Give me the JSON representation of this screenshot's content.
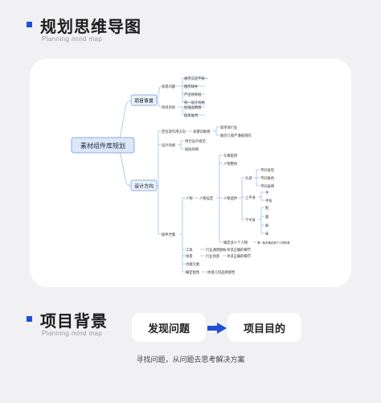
{
  "section1": {
    "title": "规划思维导图",
    "subtitle": "Planning mind map"
  },
  "mindmap": {
    "root": "素材组件库规划",
    "branch1": {
      "label": "项目背景",
      "children": [
        {
          "label": "发现问题",
          "items": [
            "规范沉淀不统一",
            "图库缺失",
            "产出效率低",
            "统一设计风格"
          ]
        },
        {
          "label": "项目目的",
          "items": [
            "加强品牌感",
            "提高复用"
          ]
        }
      ]
    },
    "branch2": {
      "label": "设计方向",
      "positioning": {
        "label": "定位及作用方向",
        "value": "关键词联想",
        "items": [
          "简单易行业",
          "融合几和严谨规则的"
        ]
      },
      "style": {
        "label": "设计风格",
        "items": [
          "用合设计规范",
          "插画风格"
        ]
      },
      "content": {
        "label": "插件合集",
        "person": {
          "label": "人物",
          "design": "人物设定",
          "head_label": "头像临用",
          "body_label": "人物整体",
          "subject": "人物选件",
          "head": "头部",
          "hair": [
            "不同发型",
            "不同肤色",
            "不同表情"
          ],
          "upper": "上半身",
          "upper_items": [
            "手",
            "手背"
          ],
          "lower": "下半身",
          "lower_items": [
            "鞋",
            "腿",
            "裤",
            "袜"
          ],
          "count": "确定多少个人物",
          "count_note": "第一版本确定两个人物形象"
        },
        "tools": {
          "label": "工具",
          "value": "行业通用图标",
          "note": "寻求正确的细节"
        },
        "scene": {
          "label": "场景",
          "value": "行业场景",
          "note": "寻求正确的细节"
        },
        "elements": {
          "label": "点缀元素"
        },
        "confirm": {
          "label": "确定配色",
          "value": "体现几何品牌感性"
        }
      }
    }
  },
  "section2": {
    "title": "项目背景",
    "subtitle": "Planning mind map",
    "flow_left": "发现问题",
    "flow_right": "项目目的",
    "caption": "寻找问题，从问题去思考解决方案"
  },
  "colors": {
    "accent": "#1f4fd6",
    "node_fill": "#dce8f8",
    "node_border": "#6f9be0",
    "line": "#9fc0ea"
  }
}
